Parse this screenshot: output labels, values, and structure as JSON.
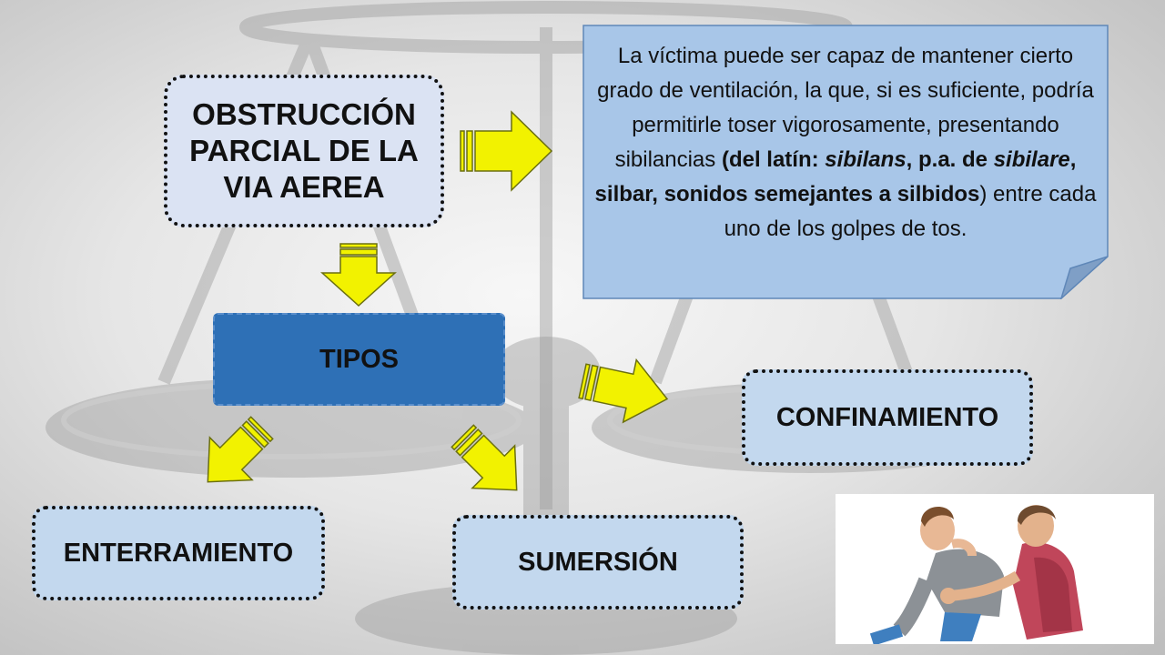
{
  "title": {
    "lines": [
      "OBSTRUCCIÓN",
      "PARCIAL DE LA",
      "VIA AEREA"
    ]
  },
  "callout": {
    "text_1": "La víctima puede ser capaz de mantener cierto grado de ventilación, la que, si es suficiente, podría permitirle toser vigorosamente, presentando sibilancias ",
    "bold_1": "(del latín: ",
    "bold_italic_1": "sibilans",
    "bold_2": ", p.a. de ",
    "bold_italic_2": "sibilare",
    "bold_3": ", silbar, sonidos semejantes a silbidos",
    "text_2": ") entre cada uno de los golpes de tos."
  },
  "tipos": {
    "label": "TIPOS"
  },
  "types": {
    "confinamiento": "CONFINAMIENTO",
    "enterramiento": "ENTERRAMIENTO",
    "sumersion": "SUMERSIÓN"
  },
  "colors": {
    "arrow_fill": "#f2f200",
    "arrow_stroke": "#6b6f10",
    "title_box": "#dbe3f3",
    "type_box": "#c3d8ee",
    "tipos_box": "#2e70b6",
    "callout_fill": "#a8c6e8"
  },
  "icons": {
    "arrows": "block-arrow-icon",
    "illustration": "heimlich-maneuver-illustration"
  }
}
